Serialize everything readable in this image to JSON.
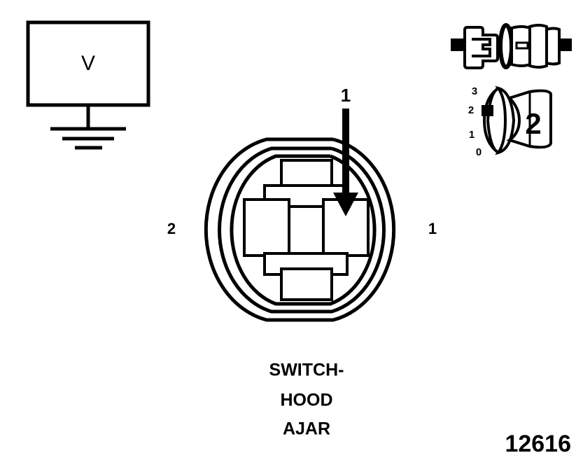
{
  "diagram": {
    "title_lines": [
      "SWITCH-",
      "HOOD",
      "AJAR"
    ],
    "part_number": "12616",
    "background_color": "#ffffff",
    "line_color": "#000000"
  },
  "meter": {
    "symbol": "V",
    "name": "voltmeter",
    "ground_bars": 3
  },
  "switch": {
    "name": "hood-ajar-switch",
    "terminal_left_label": "2",
    "terminal_right_label": "1",
    "oval_rings": 3
  },
  "pointer": {
    "label": "1",
    "direction": "down",
    "points_to": "terminal-1"
  },
  "connector_pair": {
    "name": "connector-halves",
    "male_half": "male-connector",
    "female_half": "female-connector"
  },
  "cavity_view": {
    "name": "connector-cavity-numbering",
    "pin_labels": [
      "3",
      "2",
      "1",
      "0"
    ],
    "highlighted_pin": "2",
    "body_label": "2"
  }
}
